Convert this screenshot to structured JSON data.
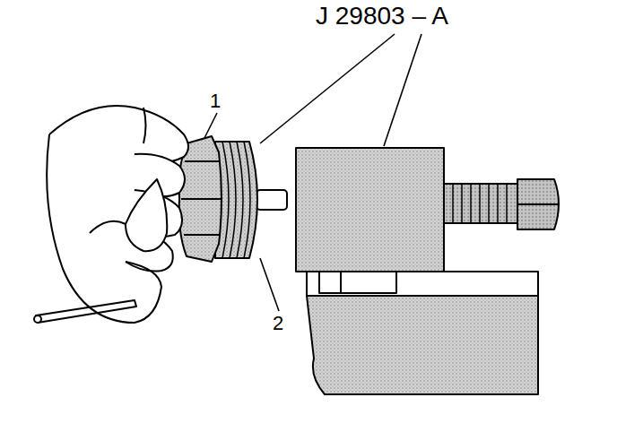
{
  "diagram": {
    "labels": [
      "J 29803 – A",
      "1",
      "2"
    ]
  }
}
